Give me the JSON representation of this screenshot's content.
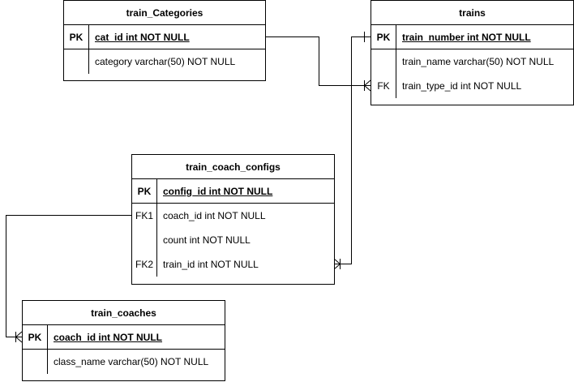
{
  "entities": {
    "train_categories": {
      "title": "train_Categories",
      "pk": {
        "key": "PK",
        "field": "cat_id int NOT NULL"
      },
      "rows": [
        {
          "key": "",
          "field": "category varchar(50) NOT NULL"
        }
      ]
    },
    "trains": {
      "title": "trains",
      "pk": {
        "key": "PK",
        "field": "train_number int NOT NULL"
      },
      "rows": [
        {
          "key": "",
          "field": "train_name varchar(50) NOT NULL"
        },
        {
          "key": "FK",
          "field": "train_type_id int NOT NULL"
        }
      ]
    },
    "train_coach_configs": {
      "title": "train_coach_configs",
      "pk": {
        "key": "PK",
        "field": "config_id int NOT NULL"
      },
      "rows": [
        {
          "key": "FK1",
          "field": "coach_id int NOT NULL"
        },
        {
          "key": "",
          "field": "count int NOT NULL"
        },
        {
          "key": "FK2",
          "field": "train_id int NOT NULL"
        }
      ]
    },
    "train_coaches": {
      "title": "train_coaches",
      "pk": {
        "key": "PK",
        "field": "coach_id int NOT NULL"
      },
      "rows": [
        {
          "key": "",
          "field": "class_name varchar(50) NOT NULL"
        }
      ]
    }
  }
}
